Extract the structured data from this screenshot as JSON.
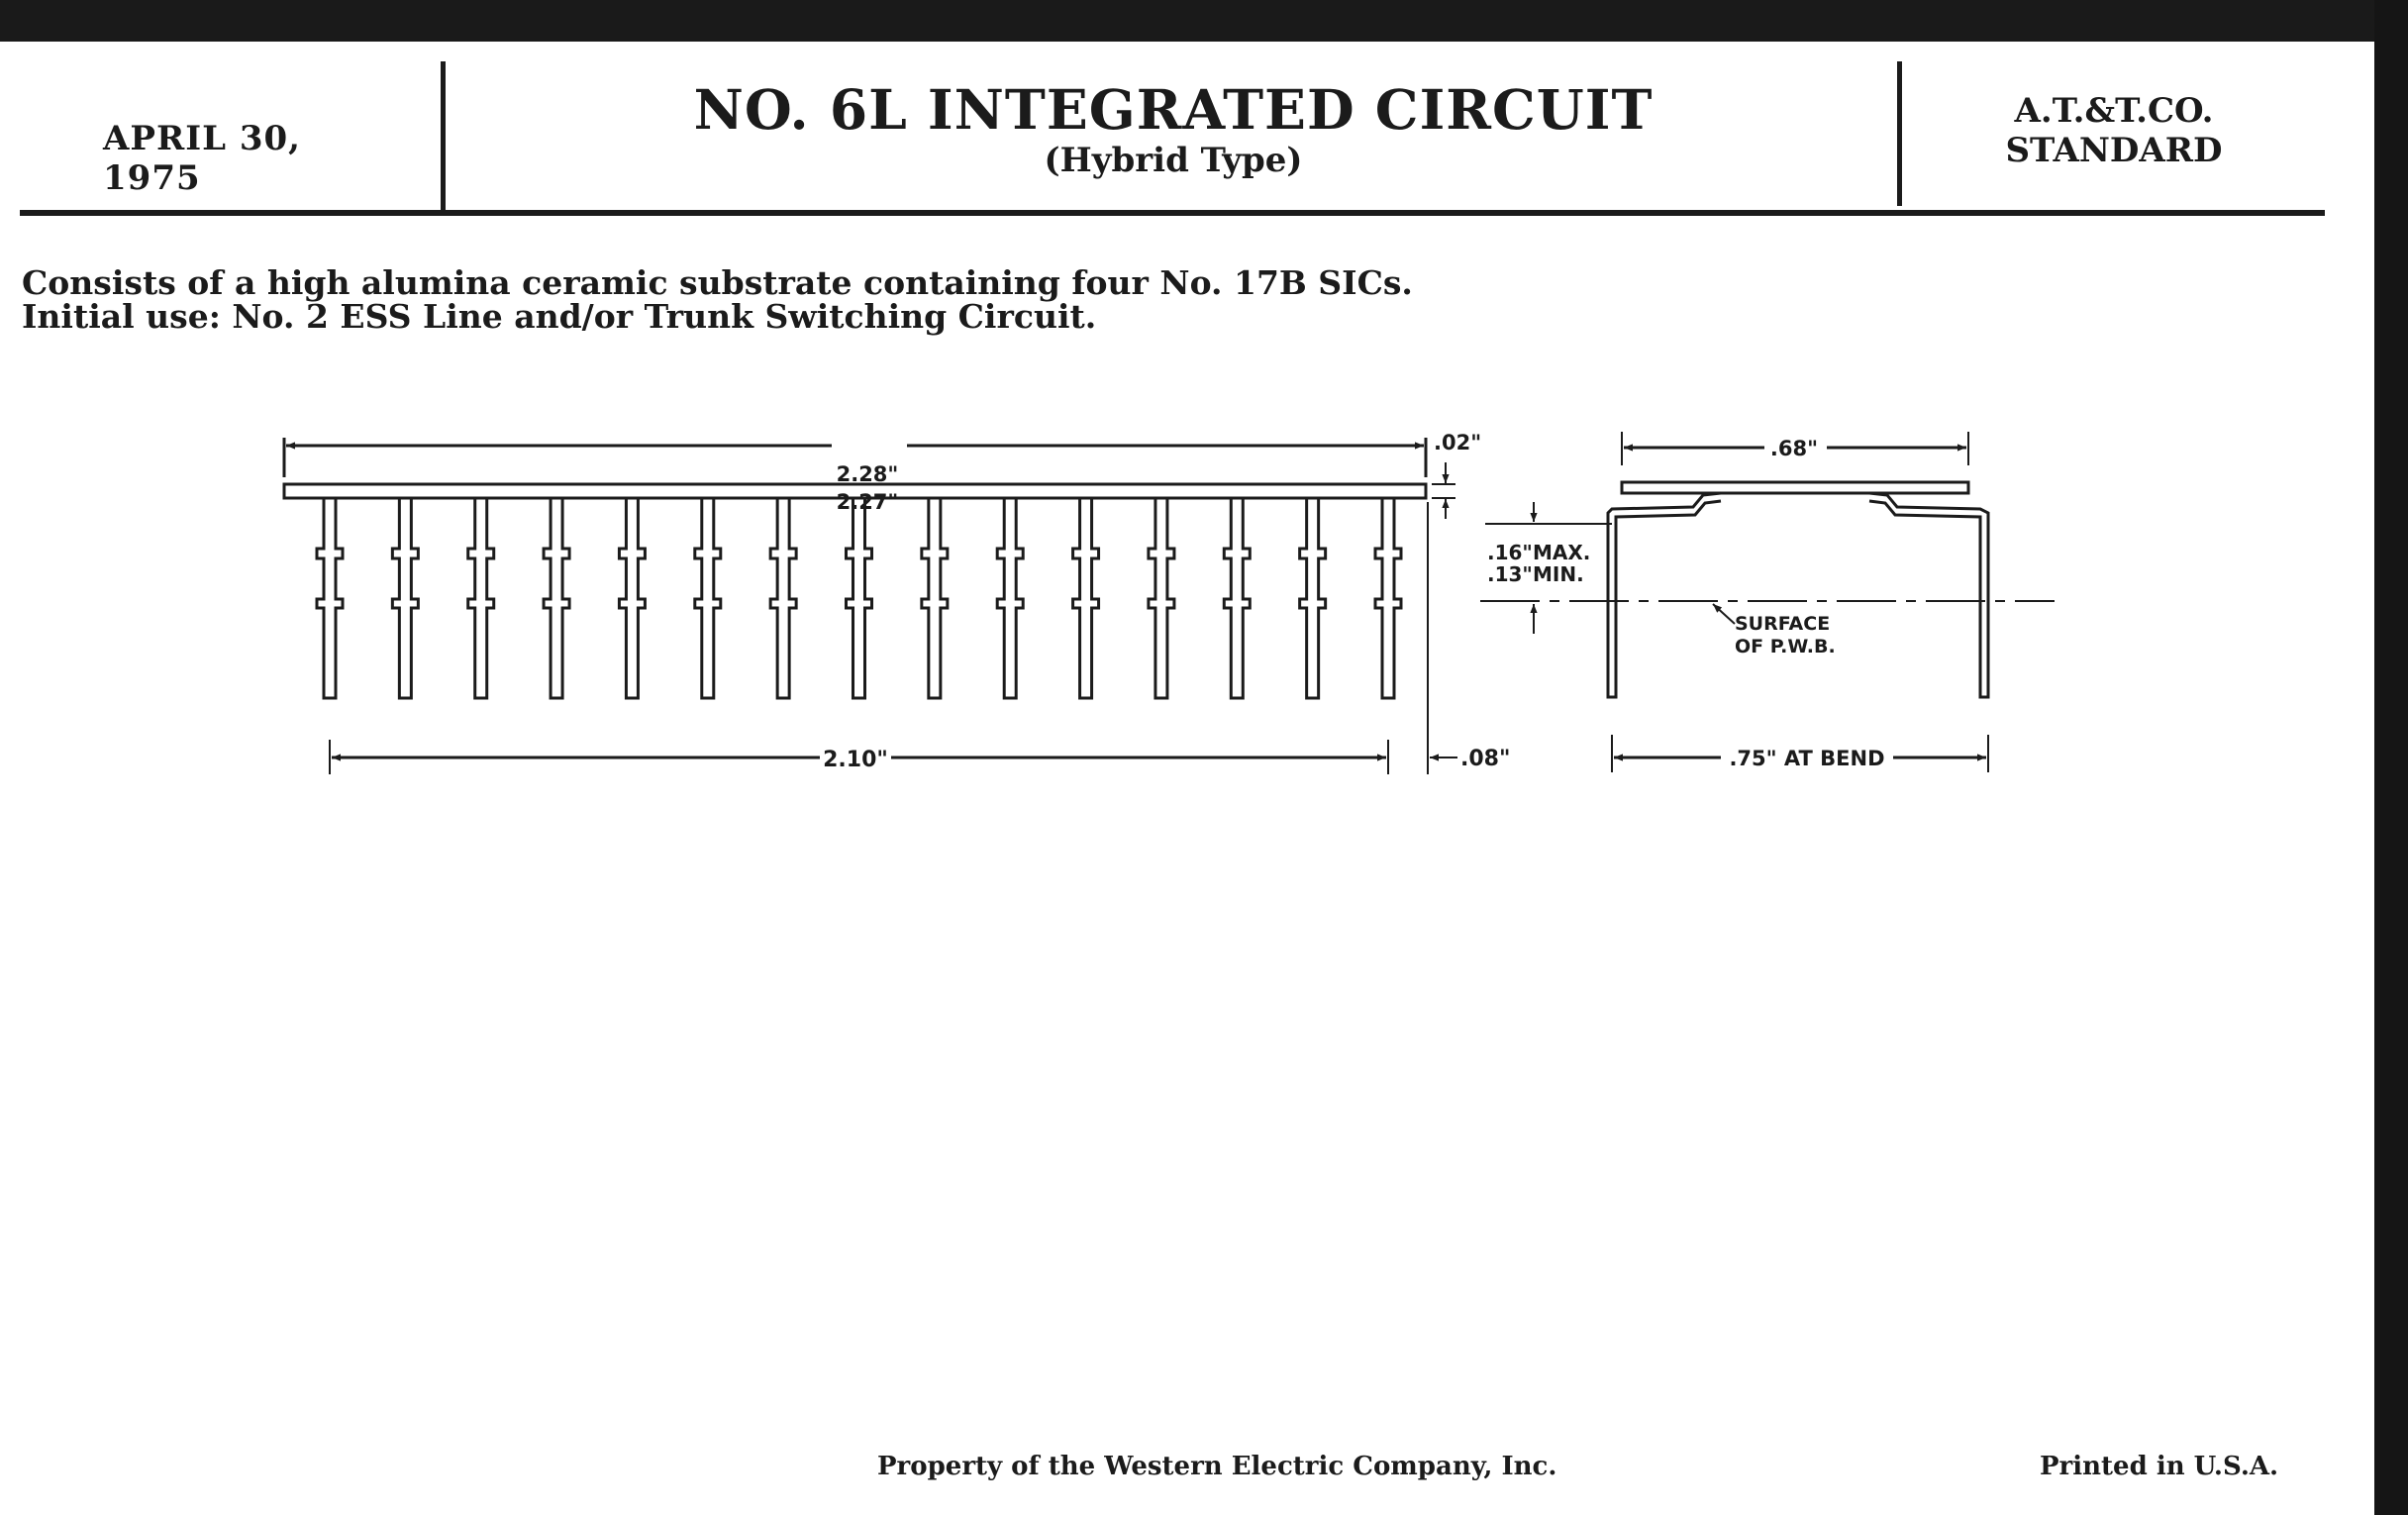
{
  "header": {
    "date": "APRIL 30, 1975",
    "title": "NO. 6L INTEGRATED CIRCUIT",
    "subtitle": "(Hybrid Type)",
    "standard_line1": "A.T.&T.CO.",
    "standard_line2": "STANDARD"
  },
  "description": {
    "line1": "Consists of a high alumina ceramic substrate containing four No. 17B SICs.",
    "line2": "Initial use:  No. 2 ESS Line and/or Trunk Switching Circuit."
  },
  "drawing": {
    "front_view": {
      "length_max": "2.28\"",
      "length_min": "2.27\"",
      "thickness": ".02\"",
      "pin_span": "2.10\"",
      "end_offset": ".08\"",
      "pin_count": 15
    },
    "side_view": {
      "width": ".68\"",
      "standoff_max": ".16\"",
      "standoff_max_label": "MAX.",
      "standoff_min": ".13\"",
      "standoff_min_label": "MIN.",
      "surface_label_line1": "SURFACE",
      "surface_label_line2": "OF P.W.B.",
      "bend_width": ".75\" AT BEND"
    }
  },
  "footer": {
    "property": "Property of the Western Electric Company, Inc.",
    "printed": "Printed in U.S.A."
  }
}
